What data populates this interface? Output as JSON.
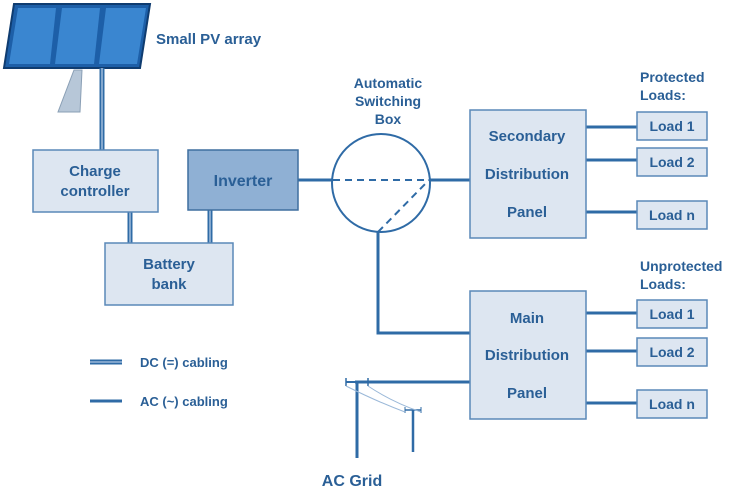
{
  "pv_array": {
    "label": "Small PV array",
    "icon": "solar-panel-icon"
  },
  "charge_controller": {
    "line1": "Charge",
    "line2": "controller"
  },
  "inverter": {
    "label": "Inverter"
  },
  "battery": {
    "line1": "Battery",
    "line2": "bank"
  },
  "switch_box": {
    "line1": "Automatic",
    "line2": "Switching",
    "line3": "Box"
  },
  "secondary_panel": {
    "line1": "Secondary",
    "line2": "Distribution",
    "line3": "Panel"
  },
  "main_panel": {
    "line1": "Main",
    "line2": "Distribution",
    "line3": "Panel"
  },
  "protected_loads": {
    "title1": "Protected",
    "title2": "Loads:",
    "items": [
      "Load 1",
      "Load 2",
      "Load n"
    ]
  },
  "unprotected_loads": {
    "title1": "Unprotected",
    "title2": "Loads:",
    "items": [
      "Load 1",
      "Load 2",
      "Load n"
    ]
  },
  "legend": {
    "dc_label": "DC (=) cabling",
    "ac_label": "AC (~) cabling"
  },
  "ac_grid": {
    "label": "AC Grid",
    "icon": "utility-pole-icon"
  },
  "colors": {
    "text": "#2a5f96",
    "box_fill": "#dde6f1",
    "inverter_fill": "#8fb0d4",
    "cable": "#2f6ba6"
  }
}
